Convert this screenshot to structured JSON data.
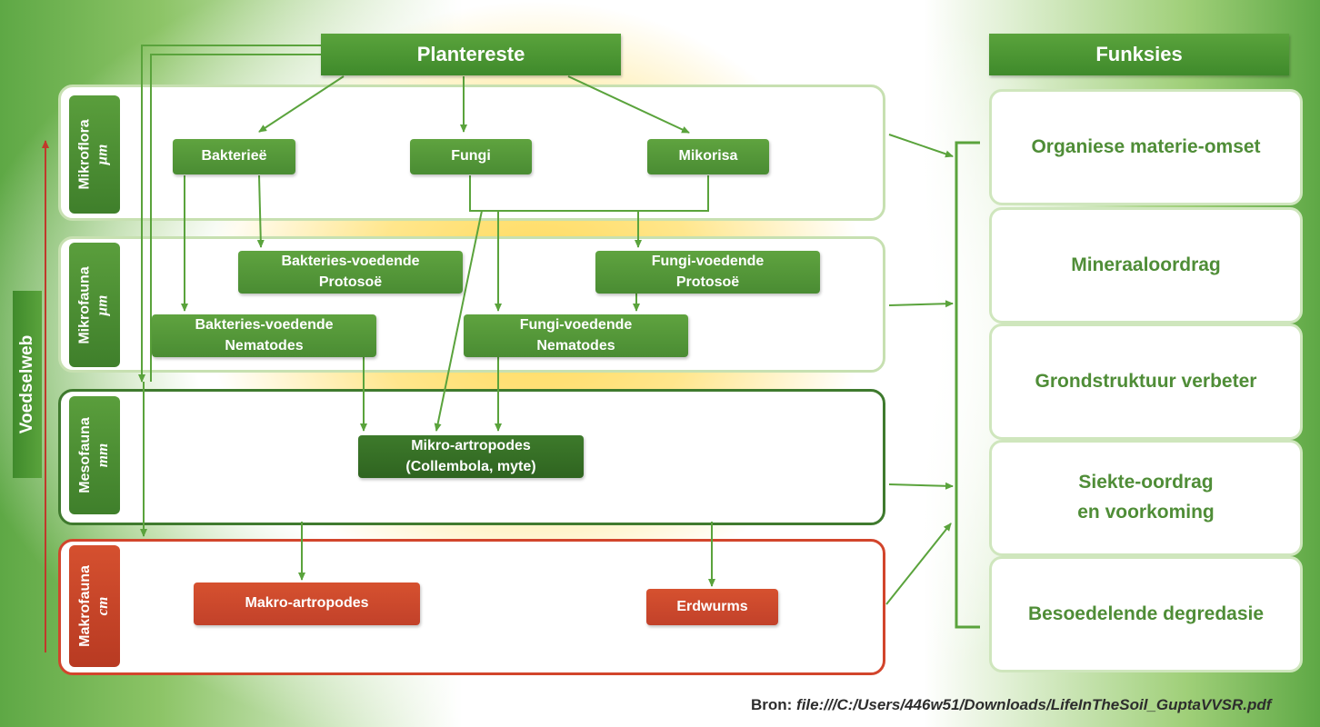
{
  "header": {
    "title": "Plantereste",
    "functions_title": "Funksies"
  },
  "side_label": "Voedselweb",
  "layers": [
    {
      "name": "Mikroflora",
      "unit": "μm"
    },
    {
      "name": "Mikrofauna",
      "unit": "μm"
    },
    {
      "name": "Mesofauna",
      "unit": "mm"
    },
    {
      "name": "Makrofauna",
      "unit": "cm"
    }
  ],
  "nodes": {
    "bacteria": "Bakterieë",
    "fungi": "Fungi",
    "mycorrhiza": "Mikorisa",
    "bact_protozoa": "Bakteries-voedende\nProtosoë",
    "fungi_protozoa": "Fungi-voedende\nProtosoë",
    "bact_nematodes": "Bakteries-voedende\nNematodes",
    "fungi_nematodes": "Fungi-voedende\nNematodes",
    "micro_arthropods": "Mikro-artropodes\n(Collembola, myte)",
    "macro_arthropods": "Makro-artropodes",
    "earthworms": "Erdwurms"
  },
  "functions": [
    "Organiese materie-omset",
    "Mineraaloordrag",
    "Grondstruktuur verbeter",
    "Siekte-oordrag\nen  voorkoming",
    "Besoedelende degredasie"
  ],
  "source": {
    "prefix": "Bron: ",
    "path": "file:///C:/Users/446w51/Downloads/LifeInTheSoil_GuptaVVSR.pdf"
  },
  "colors": {
    "green": "#4f8d37",
    "dark_green": "#2f6420",
    "red": "#c2412a",
    "arrow_green": "#5aa33c",
    "arrow_red": "#c0392b"
  }
}
